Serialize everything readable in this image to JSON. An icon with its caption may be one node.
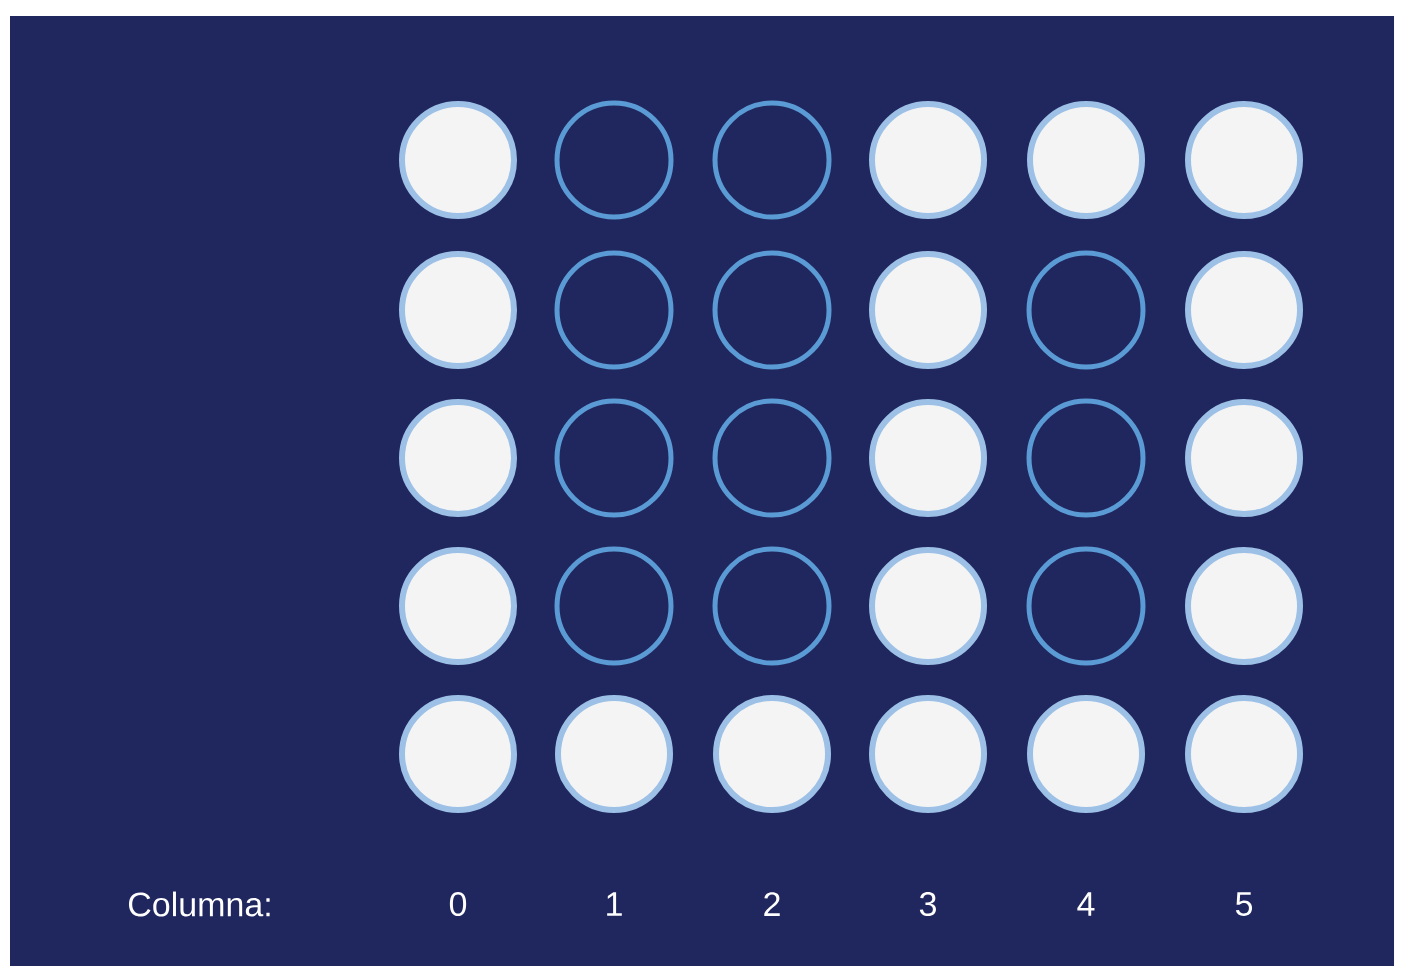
{
  "diagram": {
    "labels": [
      "Columna:",
      "0",
      "1",
      "2",
      "3",
      "4",
      "5"
    ]
  }
}
